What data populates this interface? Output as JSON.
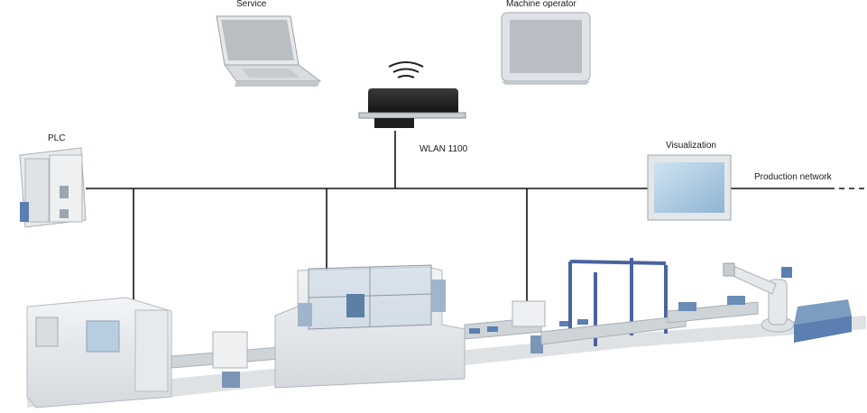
{
  "labels": {
    "service": "Service",
    "machine_operator": "Machine operator",
    "plc": "PLC",
    "wlan": "WLAN 1100",
    "visualization": "Visualization",
    "production_network": "Production network"
  }
}
